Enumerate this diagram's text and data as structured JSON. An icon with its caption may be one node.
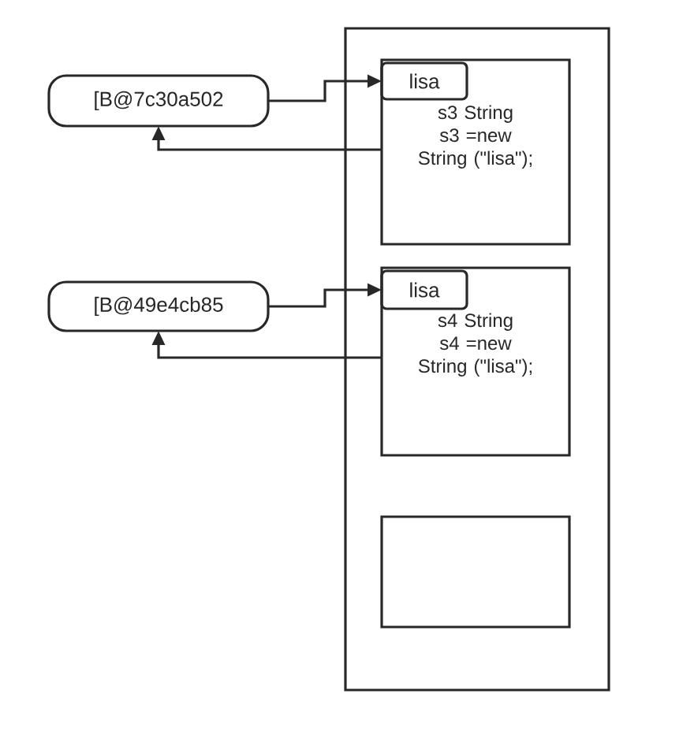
{
  "diagram": {
    "nodes": [
      {
        "text": [],
        "shape": "box"
      },
      {
        "text": [
          "s3 String s3 =new String (\"lisa\");"
        ],
        "in": 0
      },
      {
        "text": [
          "lisa"
        ],
        "in": 1
      },
      {
        "text": [
          "s4 String s4 =new String (\"lisa\");"
        ],
        "in": 0
      },
      {
        "text": [
          "lisa"
        ],
        "in": 3
      },
      {
        "text": [],
        "shape": "box",
        "in": 0
      },
      {
        "text": [
          "[B@7c30a502"
        ]
      },
      {
        "text": [
          "[B@49e4cb85"
        ]
      }
    ],
    "edges": [
      {
        "from": 6,
        "to": 2,
        "arrow": "to"
      },
      {
        "from": 1,
        "to": 6,
        "arrow": "to"
      },
      {
        "from": 7,
        "to": 4,
        "arrow": "to"
      },
      {
        "from": 3,
        "to": 7,
        "arrow": "to"
      }
    ]
  }
}
